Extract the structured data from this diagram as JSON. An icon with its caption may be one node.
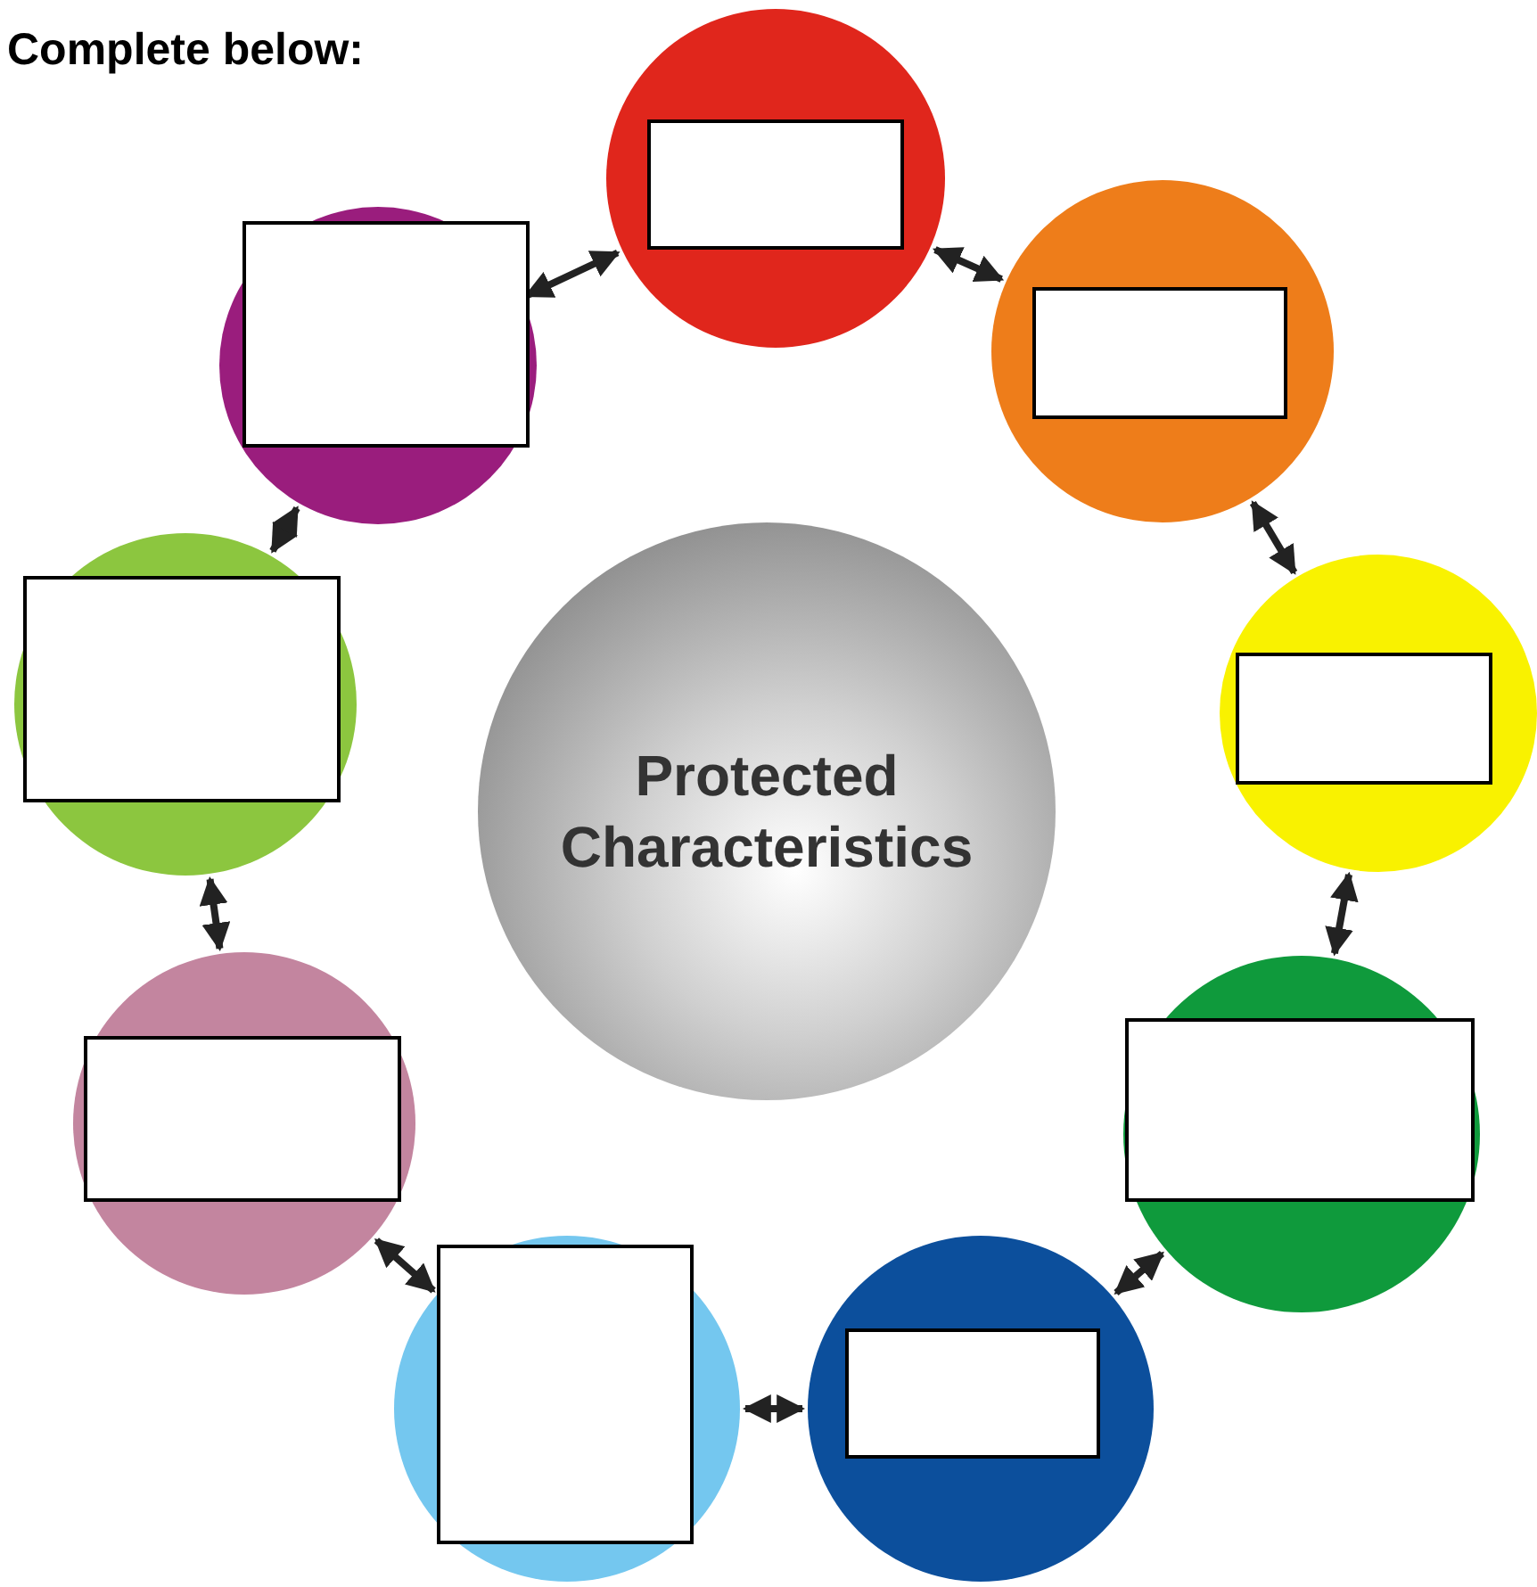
{
  "diagram": {
    "title": "Complete below:",
    "nodes": [
      {
        "text": [
          "Protected Characteristics"
        ]
      },
      {
        "text": [],
        "shape": "circle"
      },
      {
        "text": [],
        "shape": "circle"
      },
      {
        "text": [],
        "shape": "circle"
      },
      {
        "text": [],
        "shape": "circle"
      },
      {
        "text": [],
        "shape": "circle"
      },
      {
        "text": [],
        "shape": "circle"
      },
      {
        "text": [],
        "shape": "circle"
      },
      {
        "text": [],
        "shape": "circle"
      },
      {
        "text": [],
        "shape": "circle"
      }
    ],
    "edges": [
      {
        "from": 1,
        "to": 2,
        "arrow": "both"
      },
      {
        "from": 2,
        "to": 3,
        "arrow": "both"
      },
      {
        "from": 3,
        "to": 4,
        "arrow": "both"
      },
      {
        "from": 4,
        "to": 5,
        "arrow": "both"
      },
      {
        "from": 5,
        "to": 6,
        "arrow": "both"
      },
      {
        "from": 6,
        "to": 7,
        "arrow": "both"
      },
      {
        "from": 7,
        "to": 8,
        "arrow": "both"
      },
      {
        "from": 8,
        "to": 9,
        "arrow": "both"
      },
      {
        "from": 9,
        "to": 1,
        "arrow": "both"
      }
    ]
  }
}
